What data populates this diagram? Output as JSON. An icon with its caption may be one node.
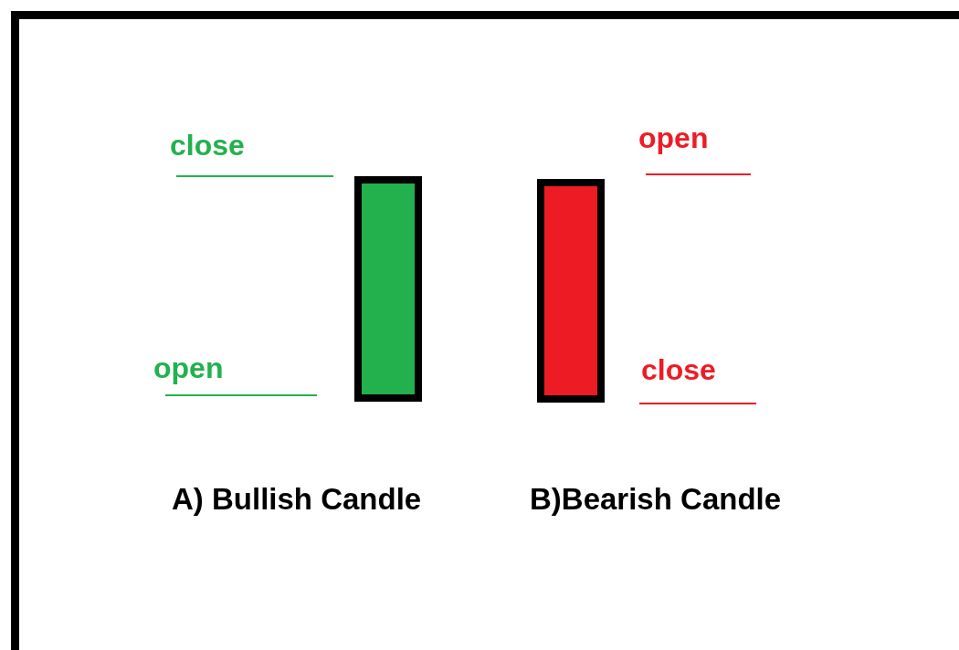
{
  "diagram": {
    "nodes": [
      {
        "text": [],
        "shape": "bar",
        "beside": [
          "A) Bullish Candle"
        ]
      },
      {
        "text": [],
        "shape": "bar",
        "beside": [
          "B)Bearish Candle"
        ]
      }
    ],
    "labels": [
      "close",
      "open",
      "open",
      "close"
    ]
  }
}
